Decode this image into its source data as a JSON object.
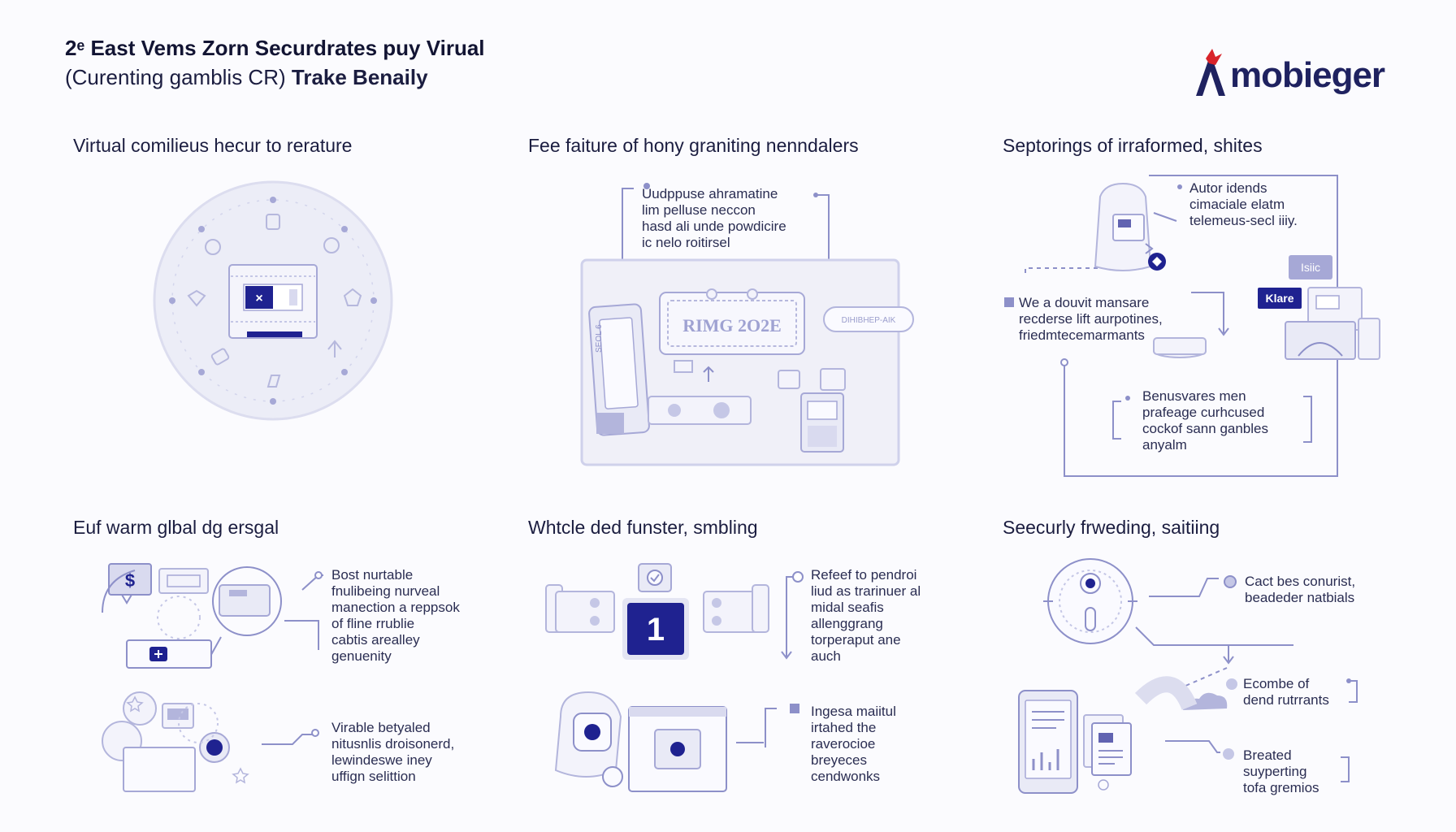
{
  "header": {
    "title_line1": "2ᵉ East Vems Zorn Securdrates puy Virual",
    "title_line2_regular": "(Curenting gamblis CR)",
    "title_line2_bold": "Trake Benaily",
    "logo_text": "mobieger",
    "logo_mark": "A"
  },
  "sections": {
    "s1": {
      "title": "Virtual comilieus hecur to rerature",
      "device_label": "×"
    },
    "s2": {
      "title": "Fee faiture of hony graniting nenndalers",
      "note": [
        "Uudppuse ahramatine",
        "lim pelluse neccon",
        "hasd ali unde powdicire",
        "ic nelo roitirsel"
      ],
      "sign": "RIMG 2O2E",
      "pill": "DIHIBHEP-AIK",
      "phone": "SEOL 6"
    },
    "s3": {
      "title": "Septorings of irraformed, shites",
      "note_a": [
        "Autor idends",
        "cimaciale elatm",
        "telemeus-secl iiiy."
      ],
      "note_b": [
        "We a douvit mansare",
        "recderse lift aurpotines,",
        "friedmtecemarmants"
      ],
      "note_c": [
        "Benusvares men",
        "prafeage curhcused",
        "cockof sann ganbles",
        "anyalm"
      ],
      "tag_a": "Isiic",
      "tag_b": "Klare"
    },
    "s4": {
      "title": "Euf warm glbal dg ersgal",
      "note_a": [
        "Bost nurtable",
        "fnulibeing nurveal",
        "manection a reppsok",
        "of fline rrublie",
        "cabtis arealley",
        "genuenity"
      ],
      "note_b": [
        "Virable betyaled",
        "nitusnlis droisonerd,",
        "lewindeswe iney",
        "uffign selittion"
      ]
    },
    "s5": {
      "title": "Whtcle ded funster, smbling",
      "counter": "1",
      "note_a": [
        "Refeef to pendroi",
        "liud as trarinuer al",
        "midal seafis",
        "allenggrang",
        "torperaput ane",
        "auch"
      ],
      "note_b": [
        "Ingesa maiitul",
        "irtahed the",
        "raverocioe",
        "breyeces",
        "cendwonks"
      ]
    },
    "s6": {
      "title": "Seecurly frweding, saitiing",
      "note_a": [
        "Cact bes conurist,",
        "beadeder natbials"
      ],
      "note_b": [
        "Ecombe of",
        "dend rutrrants"
      ],
      "note_c": [
        "Breated",
        "suyperting",
        "tofa gremios"
      ]
    }
  },
  "colors": {
    "accent": "#1f2290",
    "line": "#8d90c9",
    "fill": "#e9eaf6",
    "text": "#15173a",
    "logo_red": "#d8232a"
  }
}
